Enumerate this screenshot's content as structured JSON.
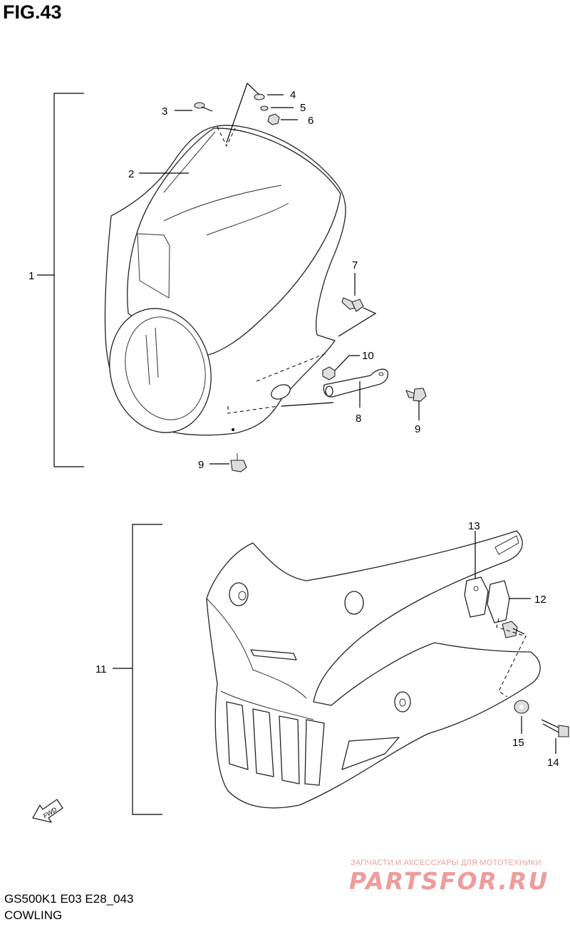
{
  "figure": {
    "title": "FIG.43",
    "code": "GS500K1 E03 E28_043",
    "name": "COWLING"
  },
  "callouts": [
    {
      "id": "1",
      "label": "1"
    },
    {
      "id": "2",
      "label": "2"
    },
    {
      "id": "3",
      "label": "3"
    },
    {
      "id": "4",
      "label": "4"
    },
    {
      "id": "5",
      "label": "5"
    },
    {
      "id": "6",
      "label": "6"
    },
    {
      "id": "7",
      "label": "7"
    },
    {
      "id": "8",
      "label": "8"
    },
    {
      "id": "9a",
      "label": "9"
    },
    {
      "id": "9b",
      "label": "9"
    },
    {
      "id": "10",
      "label": "10"
    },
    {
      "id": "11",
      "label": "11"
    },
    {
      "id": "12",
      "label": "12"
    },
    {
      "id": "13",
      "label": "13"
    },
    {
      "id": "14",
      "label": "14"
    },
    {
      "id": "15",
      "label": "15"
    }
  ],
  "fwd_marker": "FWD",
  "watermark": {
    "tagline": "ЗАПЧАСТИ И АКСЕССУАРЫ ДЛЯ МОТОТЕХНИКИ",
    "logo": "PARTSFOR.RU"
  }
}
